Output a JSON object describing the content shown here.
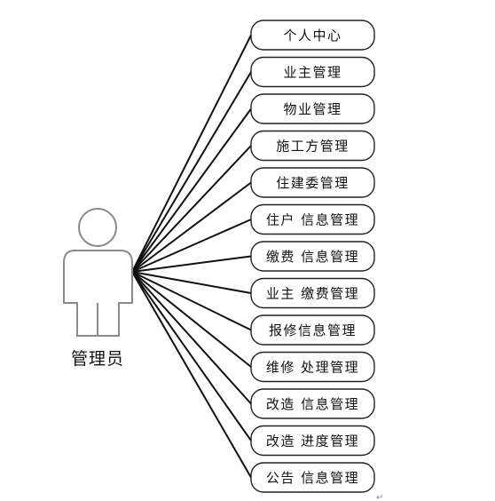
{
  "actor": {
    "label": "管理员",
    "icon": "person-icon"
  },
  "use_cases": [
    "个人中心",
    "业主管理",
    "物业管理",
    "施工方管理",
    "住建委管理",
    "住户 信息管理",
    "缴费 信息管理",
    "业主 缴费管理",
    "报修信息管理",
    "维修 处理管理",
    "改造 信息管理",
    "改造 进度管理",
    "公告 信息管理"
  ],
  "paragraph_mark": "↵",
  "colors": {
    "actor_outline": "#8a8a8a",
    "lines": "#111111",
    "box_border": "#222222",
    "text": "#111111"
  }
}
